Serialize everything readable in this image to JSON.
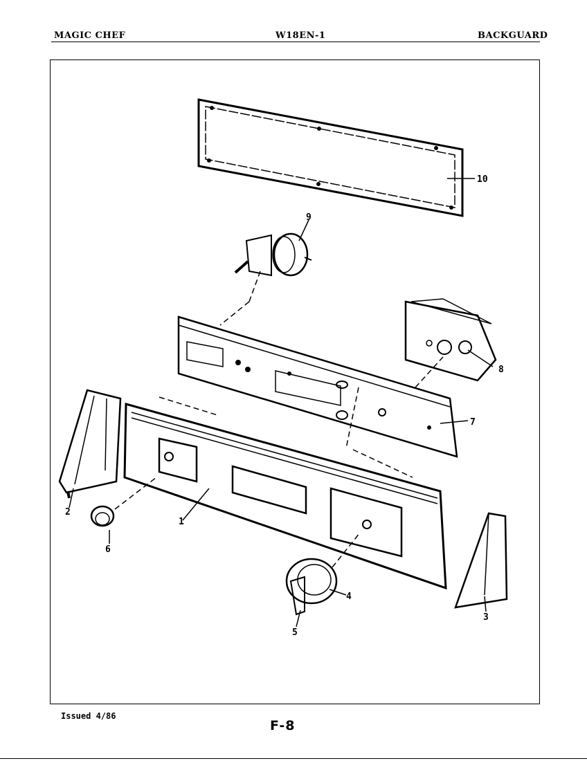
{
  "header": {
    "brand": "MAGIC CHEF",
    "model": "W18EN-1",
    "section": "BACKGUARD"
  },
  "footer": {
    "issued": "Issued 4/86",
    "page": "F-8"
  },
  "callouts": {
    "c1": "1",
    "c2": "2",
    "c3": "3",
    "c4": "4",
    "c5": "5",
    "c6": "6",
    "c7": "7",
    "c8": "8",
    "c9": "9",
    "c10": "10"
  }
}
